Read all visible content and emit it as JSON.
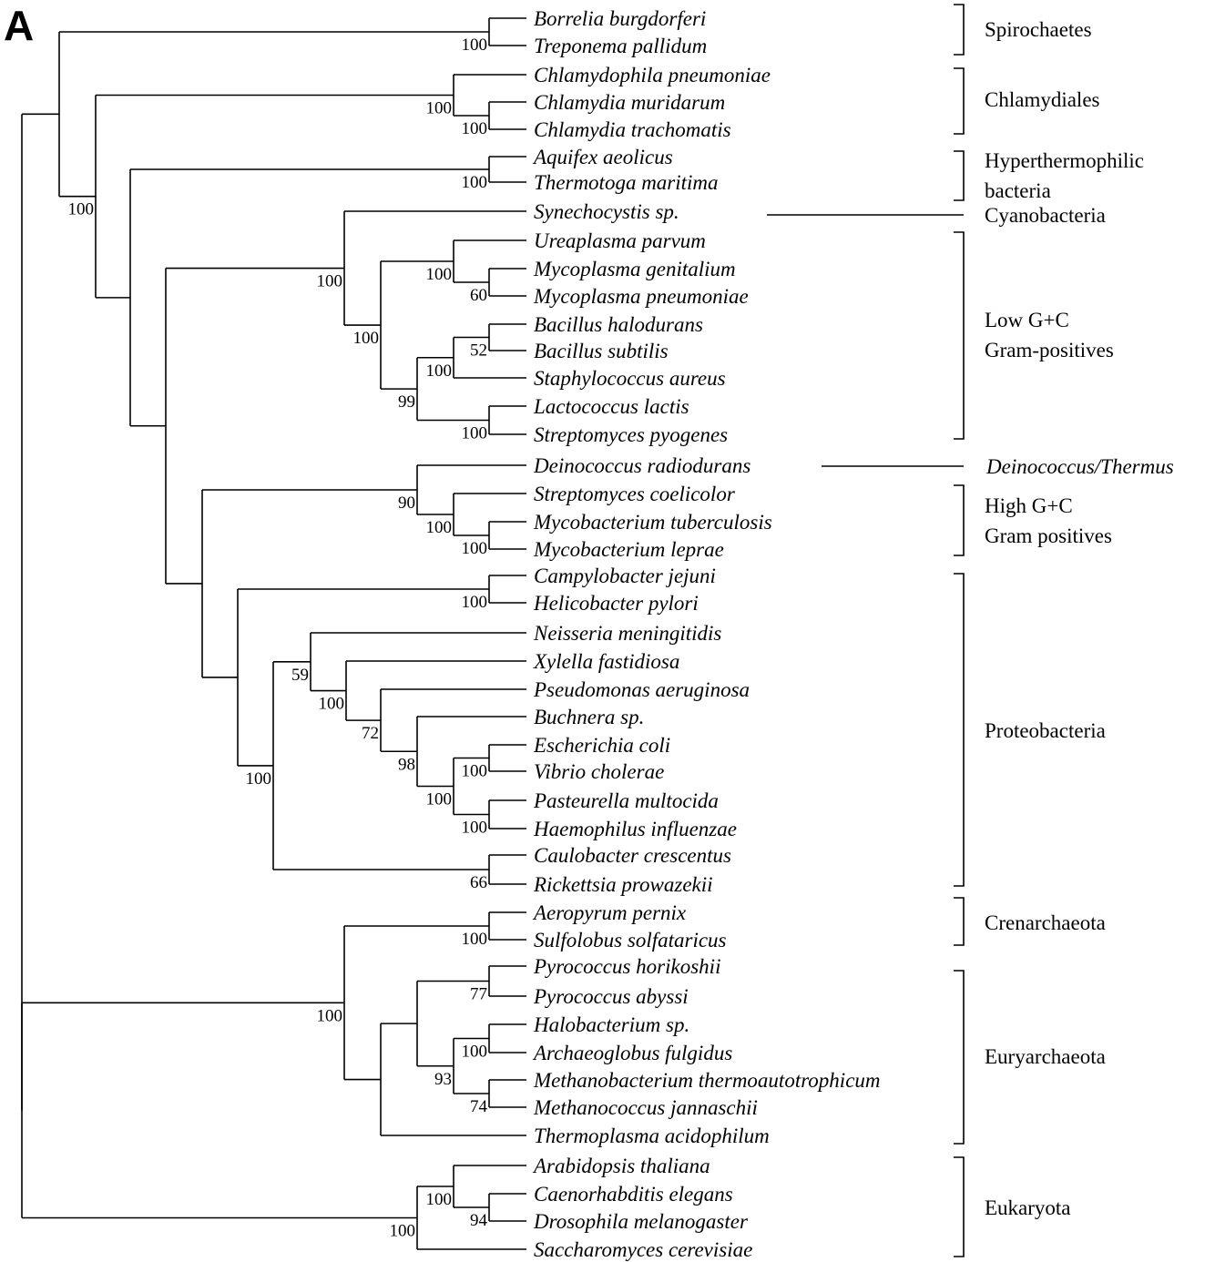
{
  "panel_label": "A",
  "taxa": [
    "Borrelia burgdorferi",
    "Treponema pallidum",
    "Chlamydophila pneumoniae",
    "Chlamydia muridarum",
    "Chlamydia trachomatis",
    "Aquifex aeolicus",
    "Thermotoga maritima",
    "Synechocystis sp.",
    "Ureaplasma parvum",
    "Mycoplasma genitalium",
    "Mycoplasma pneumoniae",
    "Bacillus halodurans",
    "Bacillus subtilis",
    "Staphylococcus aureus",
    "Lactococcus lactis",
    "Streptomyces pyogenes",
    "Deinococcus radiodurans",
    "Streptomyces coelicolor",
    "Mycobacterium tuberculosis",
    "Mycobacterium leprae",
    "Campylobacter jejuni",
    "Helicobacter pylori",
    "Neisseria meningitidis",
    "Xylella fastidiosa",
    "Pseudomonas aeruginosa",
    "Buchnera sp.",
    "Escherichia coli",
    "Vibrio cholerae",
    "Pasteurella multocida",
    "Haemophilus influenzae",
    "Caulobacter crescentus",
    "Rickettsia prowazekii",
    "Aeropyrum pernix",
    "Sulfolobus solfataricus",
    "Pyrococcus horikoshii",
    "Pyrococcus abyssi",
    "Halobacterium sp.",
    "Archaeoglobus fulgidus",
    "Methanobacterium thermoautotrophicum",
    "Methanococcus jannaschii",
    "Thermoplasma acidophilum",
    "Arabidopsis thaliana",
    "Caenorhabditis elegans",
    "Drosophila melanogaster",
    "Saccharomyces cerevisiae"
  ],
  "support_values": [
    "100",
    "100",
    "100",
    "100",
    "60",
    "100",
    "52",
    "100",
    "100",
    "99",
    "100",
    "100",
    "100",
    "100",
    "90",
    "100",
    "100",
    "100",
    "100",
    "98",
    "72",
    "100",
    "59",
    "66",
    "100",
    "100",
    "100",
    "77",
    "100",
    "74",
    "93",
    "100",
    "94",
    "100",
    "100"
  ],
  "groups": [
    {
      "lines": [
        "Spirochaetes"
      ]
    },
    {
      "lines": [
        "Chlamydiales"
      ]
    },
    {
      "lines": [
        "Hyperthermophilic",
        "bacteria"
      ]
    },
    {
      "lines": [
        "Cyanobacteria"
      ]
    },
    {
      "lines": [
        "Low G+C",
        "Gram-positives"
      ]
    },
    {
      "lines": [
        "Deinococcus/Thermus"
      ],
      "italic": true
    },
    {
      "lines": [
        "High G+C",
        "Gram positives"
      ]
    },
    {
      "lines": [
        "Proteobacteria"
      ]
    },
    {
      "lines": [
        "Crenarchaeota"
      ]
    },
    {
      "lines": [
        "Euryarchaeota"
      ]
    },
    {
      "lines": [
        "Eukaryota"
      ]
    }
  ]
}
